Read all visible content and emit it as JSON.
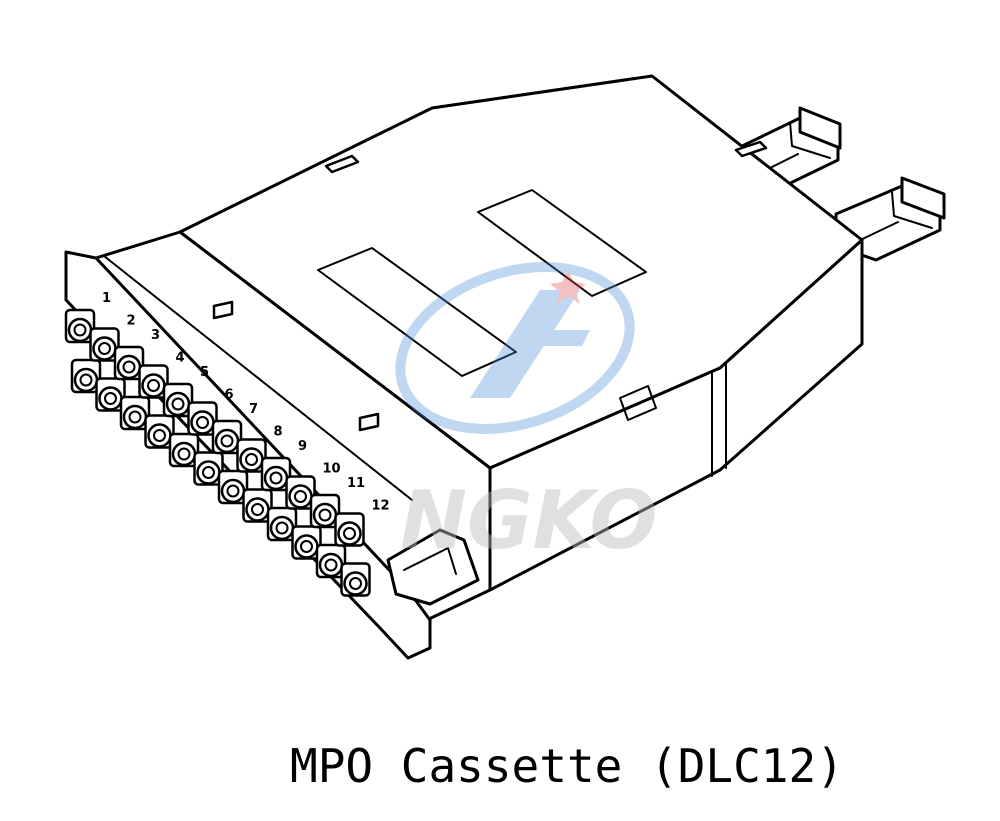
{
  "caption": "MPO Cassette (DLC12)",
  "port_labels": [
    "1",
    "2",
    "3",
    "4",
    "5",
    "6",
    "7",
    "8",
    "9",
    "10",
    "11",
    "12"
  ],
  "watermark_text": "NGKO",
  "colors": {
    "line": "#000000",
    "background": "#ffffff",
    "watermark_blue": "#4a90d9",
    "watermark_red": "#e05050"
  }
}
